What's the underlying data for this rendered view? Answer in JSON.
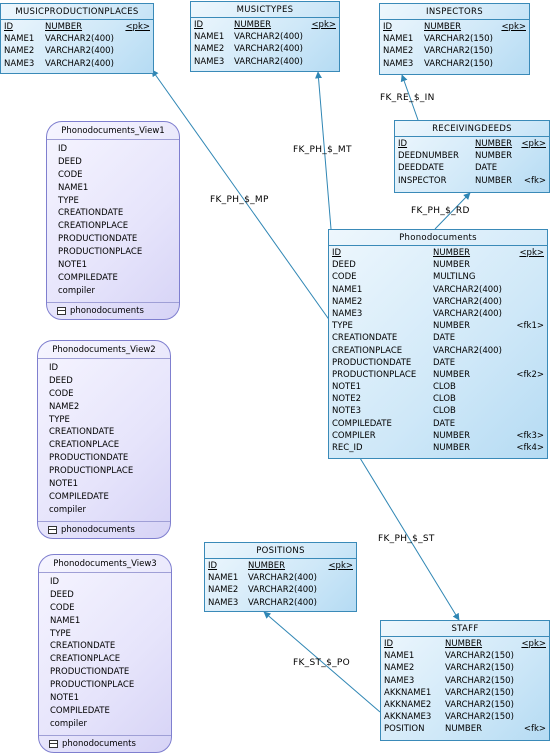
{
  "tables": {
    "musicproductionplaces": {
      "title": "MUSICPRODUCTIONPLACES",
      "header": [
        "ID",
        "NUMBER",
        "<pk>"
      ],
      "rows": [
        [
          "NAME1",
          "VARCHAR2(400)",
          ""
        ],
        [
          "NAME2",
          "VARCHAR2(400)",
          ""
        ],
        [
          "NAME3",
          "VARCHAR2(400)",
          ""
        ]
      ]
    },
    "musictypes": {
      "title": "MUSICTYPES",
      "header": [
        "ID",
        "NUMBER",
        "<pk>"
      ],
      "rows": [
        [
          "NAME1",
          "VARCHAR2(400)",
          ""
        ],
        [
          "NAME2",
          "VARCHAR2(400)",
          ""
        ],
        [
          "NAME3",
          "VARCHAR2(400)",
          ""
        ]
      ]
    },
    "inspectors": {
      "title": "INSPECTORS",
      "header": [
        "ID",
        "NUMBER",
        "<pk>"
      ],
      "rows": [
        [
          "NAME1",
          "VARCHAR2(150)",
          ""
        ],
        [
          "NAME2",
          "VARCHAR2(150)",
          ""
        ],
        [
          "NAME3",
          "VARCHAR2(150)",
          ""
        ]
      ]
    },
    "receivingdeeds": {
      "title": "RECEIVINGDEEDS",
      "header": [
        "ID",
        "NUMBER",
        "<pk>"
      ],
      "rows": [
        [
          "DEEDNUMBER",
          "NUMBER",
          ""
        ],
        [
          "DEEDDATE",
          "DATE",
          ""
        ],
        [
          "INSPECTOR",
          "NUMBER",
          "<fk>"
        ]
      ]
    },
    "phonodocuments": {
      "title": "Phonodocuments",
      "header": [
        "ID",
        "NUMBER",
        "<pk>"
      ],
      "rows": [
        [
          "DEED",
          "NUMBER",
          ""
        ],
        [
          "CODE",
          "MULTILNG",
          ""
        ],
        [
          "NAME1",
          "VARCHAR2(400)",
          ""
        ],
        [
          "NAME2",
          "VARCHAR2(400)",
          ""
        ],
        [
          "NAME3",
          "VARCHAR2(400)",
          ""
        ],
        [
          "TYPE",
          "NUMBER",
          "<fk1>"
        ],
        [
          "CREATIONDATE",
          "DATE",
          ""
        ],
        [
          "CREATIONPLACE",
          "VARCHAR2(400)",
          ""
        ],
        [
          "PRODUCTIONDATE",
          "DATE",
          ""
        ],
        [
          "PRODUCTIONPLACE",
          "NUMBER",
          "<fk2>"
        ],
        [
          "NOTE1",
          "CLOB",
          ""
        ],
        [
          "NOTE2",
          "CLOB",
          ""
        ],
        [
          "NOTE3",
          "CLOB",
          ""
        ],
        [
          "COMPILEDATE",
          "DATE",
          ""
        ],
        [
          "COMPILER",
          "NUMBER",
          "<fk3>"
        ],
        [
          "REC_ID",
          "NUMBER",
          "<fk4>"
        ]
      ]
    },
    "positions": {
      "title": "POSITIONS",
      "header": [
        "ID",
        "NUMBER",
        "<pk>"
      ],
      "rows": [
        [
          "NAME1",
          "VARCHAR2(400)",
          ""
        ],
        [
          "NAME2",
          "VARCHAR2(400)",
          ""
        ],
        [
          "NAME3",
          "VARCHAR2(400)",
          ""
        ]
      ]
    },
    "staff": {
      "title": "STAFF",
      "header": [
        "ID",
        "NUMBER",
        "<pk>"
      ],
      "rows": [
        [
          "NAME1",
          "VARCHAR2(150)",
          ""
        ],
        [
          "NAME2",
          "VARCHAR2(150)",
          ""
        ],
        [
          "NAME3",
          "VARCHAR2(150)",
          ""
        ],
        [
          "AKKNAME1",
          "VARCHAR2(150)",
          ""
        ],
        [
          "AKKNAME2",
          "VARCHAR2(150)",
          ""
        ],
        [
          "AKKNAME3",
          "VARCHAR2(150)",
          ""
        ],
        [
          "POSITION",
          "NUMBER",
          "<fk>"
        ]
      ]
    }
  },
  "views": {
    "view1": {
      "title": "Phonodocuments_View1",
      "columns": [
        "ID",
        "DEED",
        "CODE",
        "NAME1",
        "TYPE",
        "CREATIONDATE",
        "CREATIONPLACE",
        "PRODUCTIONDATE",
        "PRODUCTIONPLACE",
        "NOTE1",
        "COMPILEDATE",
        "compiler"
      ],
      "source": "phonodocuments"
    },
    "view2": {
      "title": "Phonodocuments_View2",
      "columns": [
        "ID",
        "DEED",
        "CODE",
        "NAME2",
        "TYPE",
        "CREATIONDATE",
        "CREATIONPLACE",
        "PRODUCTIONDATE",
        "PRODUCTIONPLACE",
        "NOTE1",
        "COMPILEDATE",
        "compiler"
      ],
      "source": "phonodocuments"
    },
    "view3": {
      "title": "Phonodocuments_View3",
      "columns": [
        "ID",
        "DEED",
        "CODE",
        "NAME1",
        "TYPE",
        "CREATIONDATE",
        "CREATIONPLACE",
        "PRODUCTIONDATE",
        "PRODUCTIONPLACE",
        "NOTE1",
        "COMPILEDATE",
        "compiler"
      ],
      "source": "phonodocuments"
    }
  },
  "references": {
    "fk_ph_s_mp": "FK_PH_$_MP",
    "fk_ph_s_mt": "FK_PH_$_MT",
    "fk_re_s_in": "FK_RE_$_IN",
    "fk_ph_s_rd": "FK_PH_$_RD",
    "fk_ph_s_st": "FK_PH_$_ST",
    "fk_st_s_po": "FK_ST_$_PO"
  },
  "colors": {
    "line": "#2f86b4",
    "table_border": "#3a8ab8",
    "view_border": "#7f7fcf"
  }
}
